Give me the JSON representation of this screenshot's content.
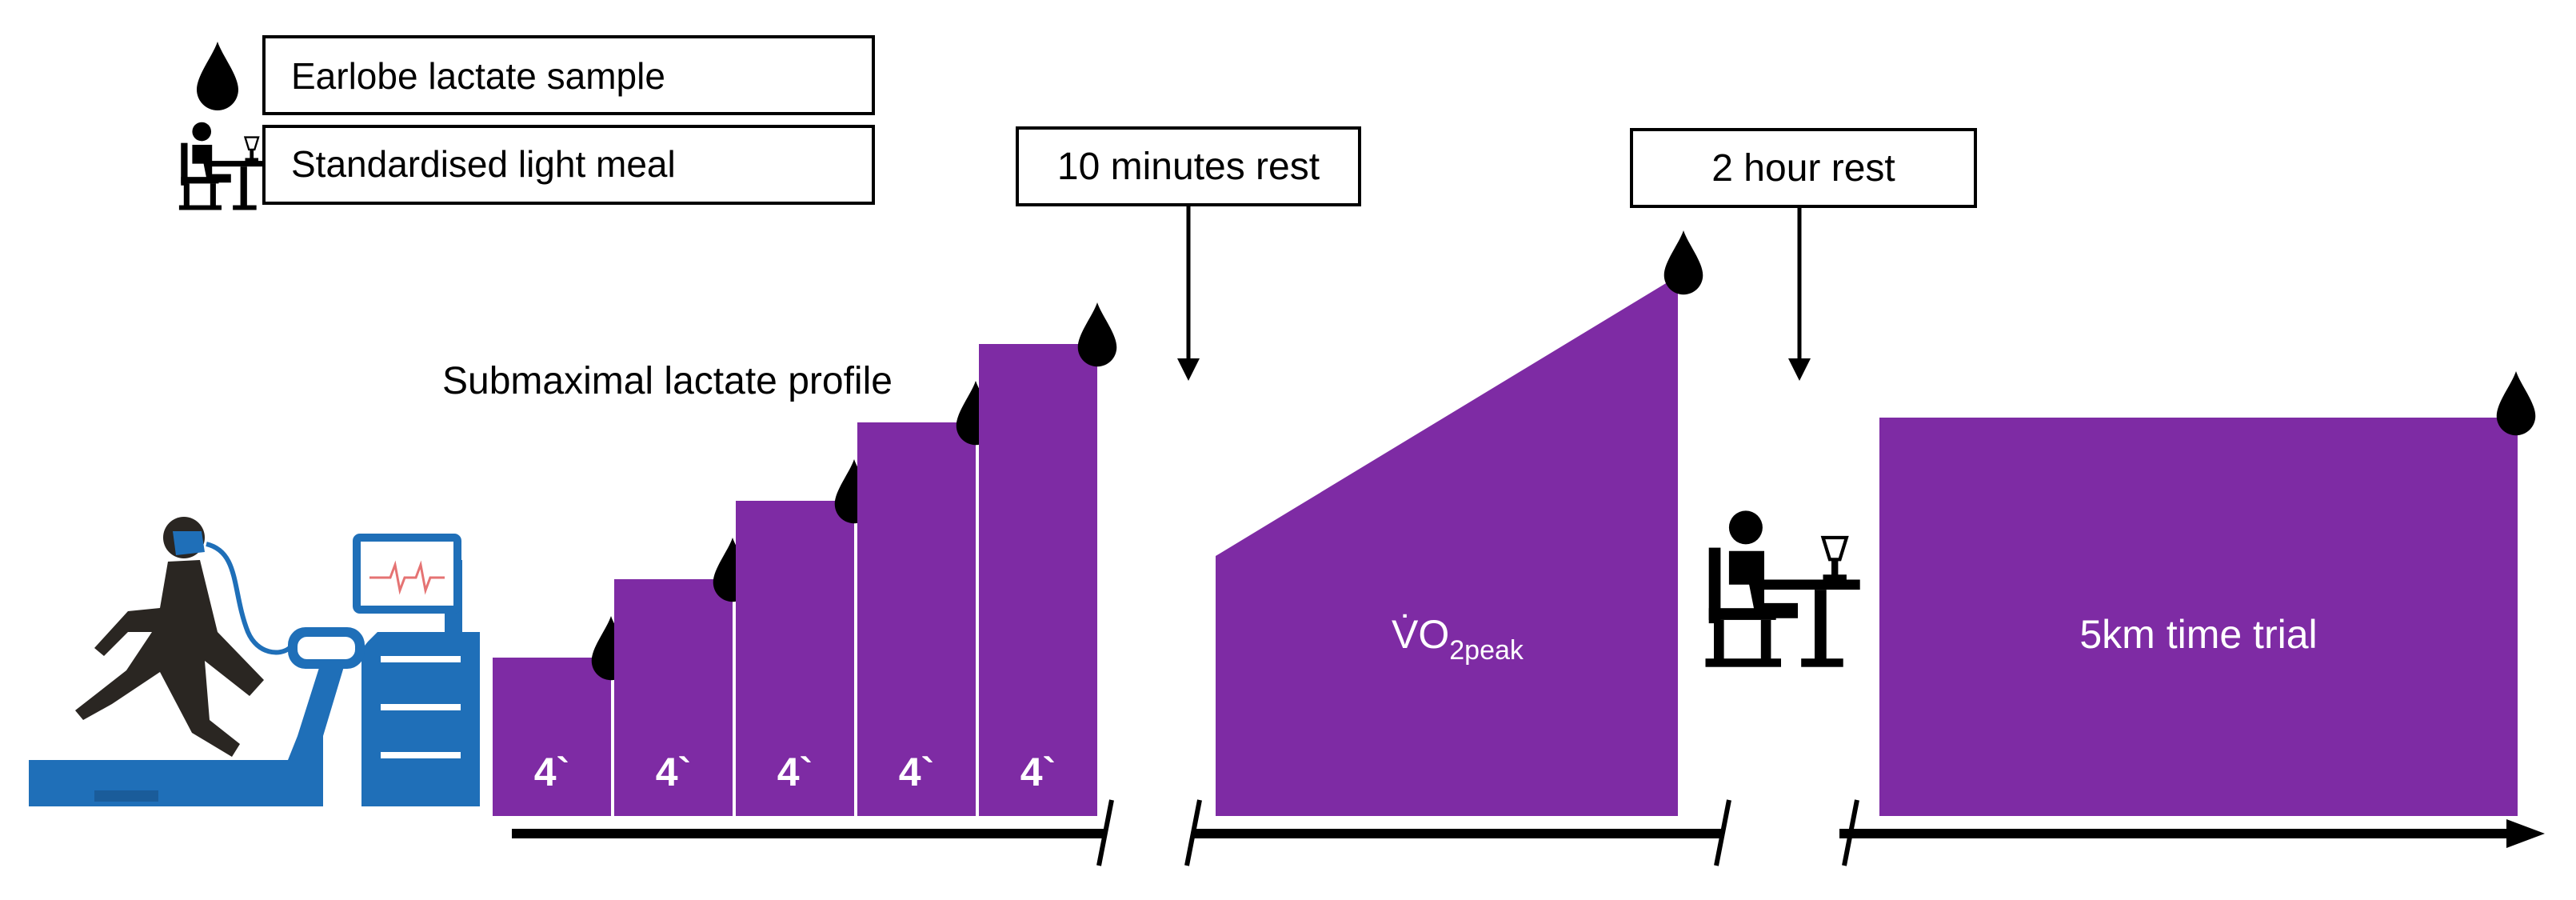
{
  "legend": {
    "sample_label": "Earlobe lactate sample",
    "meal_label": "Standardised light meal"
  },
  "submax": {
    "title": "Submaximal lactate profile",
    "stage_labels": [
      "4`",
      "4`",
      "4`",
      "4`",
      "4`"
    ]
  },
  "rest1": "10 minutes rest",
  "rest2": "2 hour rest",
  "vo2": {
    "main": "V̇O",
    "sub": "2peak"
  },
  "time_trial": "5km time trial",
  "colors": {
    "purple": "#7E2BA4",
    "blue": "#1F6FB8",
    "runner": "#2A2622"
  }
}
